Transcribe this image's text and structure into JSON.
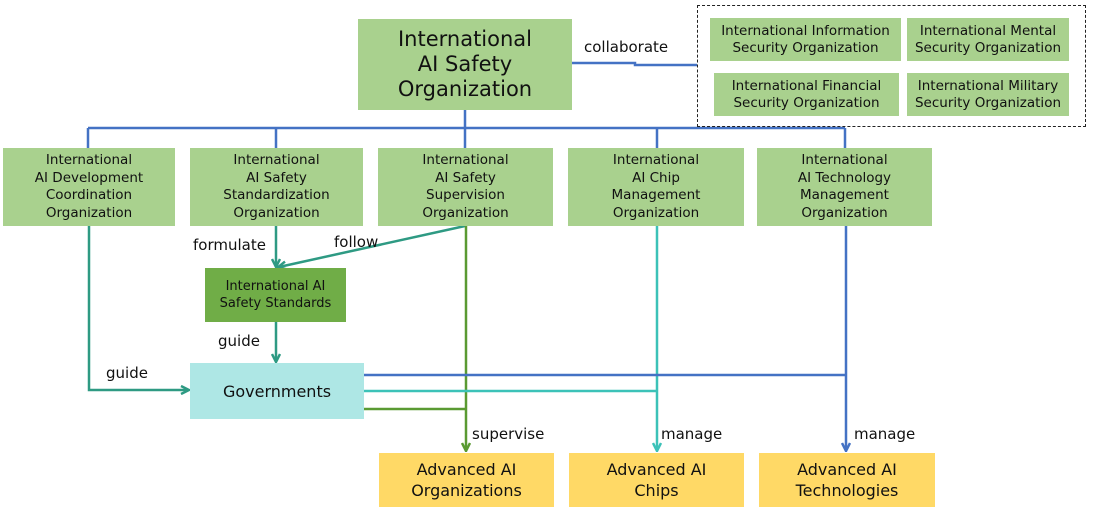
{
  "central": {
    "label": "International\nAI Safety\nOrganization"
  },
  "partners": [
    {
      "label": "International Information\nSecurity Organization"
    },
    {
      "label": "International Mental\nSecurity Organization"
    },
    {
      "label": "International Financial\nSecurity Organization"
    },
    {
      "label": "International Military\nSecurity Organization"
    }
  ],
  "sub_orgs": [
    {
      "label": "International\nAI Development\nCoordination\nOrganization"
    },
    {
      "label": "International\nAI Safety\nStandardization\nOrganization"
    },
    {
      "label": "International\nAI Safety\nSupervision\nOrganization"
    },
    {
      "label": "International\nAI Chip\nManagement\nOrganization"
    },
    {
      "label": "International\nAI Technology\nManagement\nOrganization"
    }
  ],
  "standards": {
    "label": "International AI\nSafety Standards"
  },
  "governments": {
    "label": "Governments"
  },
  "targets": [
    {
      "label": "Advanced AI\nOrganizations"
    },
    {
      "label": "Advanced AI\nChips"
    },
    {
      "label": "Advanced AI\nTechnologies"
    }
  ],
  "edge_labels": {
    "collaborate": "collaborate",
    "formulate": "formulate",
    "follow": "follow",
    "guide_standards": "guide",
    "guide_dev": "guide",
    "supervise": "supervise",
    "manage_chips": "manage",
    "manage_tech": "manage"
  },
  "colors": {
    "box_green": "#a9d18e",
    "box_dark_green": "#70ad47",
    "box_cyan": "#aee7e5",
    "box_yellow": "#ffd966",
    "line_blue": "#4472c4",
    "line_teal": "#2e9a83",
    "line_green": "#5a9a32",
    "line_cyan": "#3cc2b8"
  }
}
